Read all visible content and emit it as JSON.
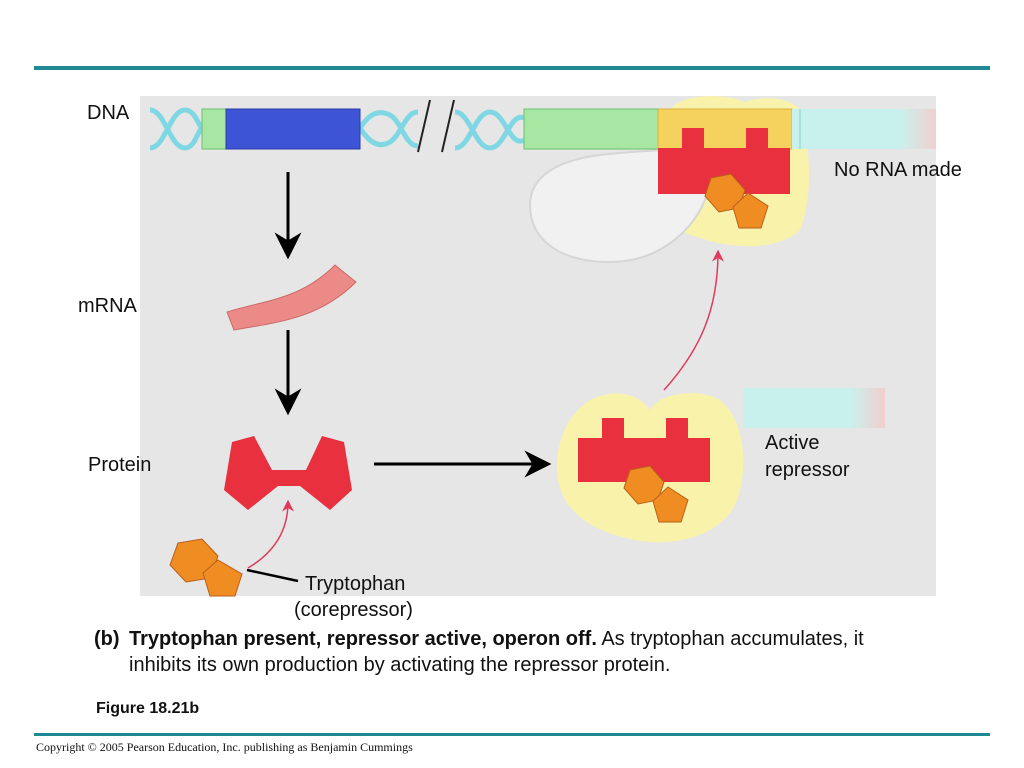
{
  "labels": {
    "dna": "DNA",
    "mrna": "mRNA",
    "protein": "Protein",
    "no_rna": "No RNA made",
    "active_repressor_line1": "Active",
    "active_repressor_line2": "repressor",
    "tryptophan_line1": "Tryptophan",
    "tryptophan_line2": "(corepressor)"
  },
  "caption": {
    "prefix": "(b)",
    "bold": "Tryptophan present, repressor active, operon off.",
    "rest": " As tryptophan accumulates, it inhibits its own production by activating the repressor protein."
  },
  "figure_label": "Figure 18.21b",
  "copyright": "Copyright © 2005 Pearson Education, Inc. publishing as Benjamin Cummings",
  "colors": {
    "rule": "#1f8a93",
    "panel": "#e6e6e6",
    "dna_helix": "#7fd7e3",
    "gene_blue": "#3d54d6",
    "promoter_green": "#a8e6a3",
    "operator_yellow": "#f5d25e",
    "gene_cyan": "#c8f1ee",
    "repressor_red": "#e8303e",
    "mrna_pink": "#eb8a86",
    "tryptophan_orange": "#ef8c22",
    "polymerase_gray": "#eeeeee",
    "glow": "#faf2a8",
    "red_arrow": "#e03a5c"
  }
}
